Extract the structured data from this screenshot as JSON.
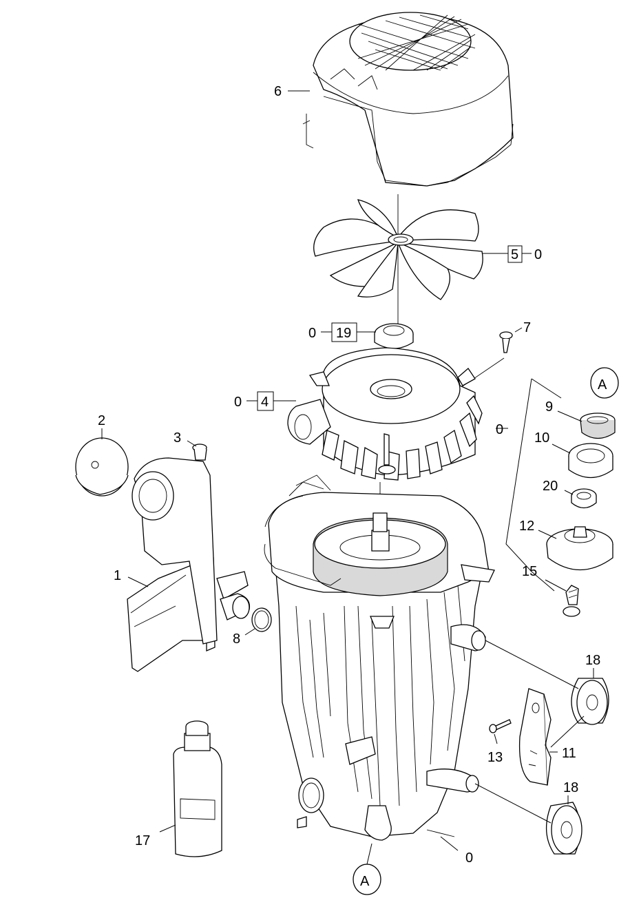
{
  "callouts": {
    "c1": "1",
    "c2": "2",
    "c3": "3",
    "c4": "4",
    "c5": "5",
    "c6": "6",
    "c7": "7",
    "c8": "8",
    "c9": "9",
    "c10": "10",
    "c11": "11",
    "c12": "12",
    "c13": "13",
    "c15": "15",
    "c17": "17",
    "c18a": "18",
    "c18b": "18",
    "c19": "19",
    "c20": "20"
  },
  "zero_marks": {
    "z4": "0",
    "z5": "0",
    "z19": "0",
    "zgroup": "0",
    "zbottom": "0"
  },
  "detail_refs": {
    "top": "A",
    "bottom": "A"
  }
}
